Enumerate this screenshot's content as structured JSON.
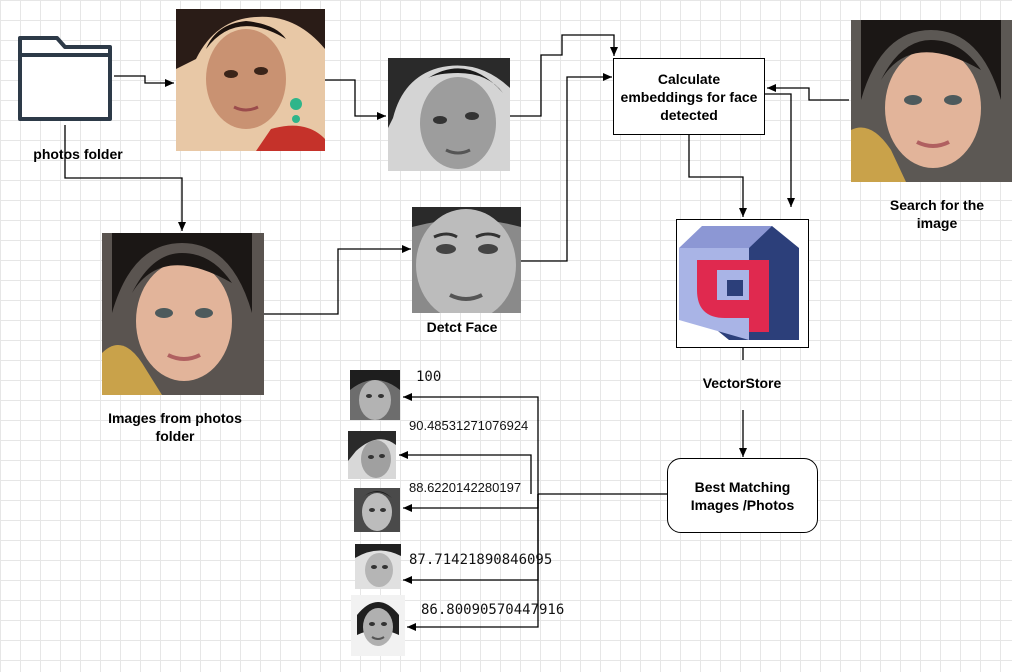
{
  "labels": {
    "photos_folder": "photos folder",
    "images_from_folder": "Images from photos folder",
    "detect_face": "Detct Face",
    "calculate": "Calculate embeddings for face detected",
    "search": "Search for the image",
    "vectorstore": "VectorStore",
    "best_matching": "Best Matching Images /Photos"
  },
  "results": [
    {
      "score": "100"
    },
    {
      "score": "90.48531271076924"
    },
    {
      "score": "88.6220142280197"
    },
    {
      "score": "87.71421890846095"
    },
    {
      "score": "86.80090570447916"
    }
  ],
  "colors": {
    "vectorstore_red": "#e0294f",
    "vectorstore_navy": "#2c3f7a",
    "vectorstore_light": "#a9b4e6"
  }
}
